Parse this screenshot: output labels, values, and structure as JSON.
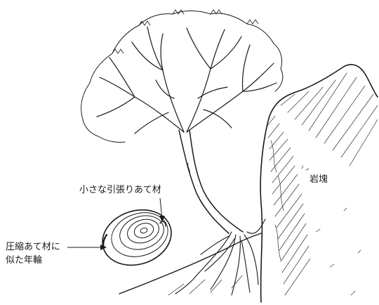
{
  "labels": {
    "tension_wood": "小さな引張りあて材",
    "compression_line1": "圧縮あて材に",
    "compression_line2": "似た年輪",
    "rock": "岩塊"
  },
  "colors": {
    "ink": "#1a1a1a",
    "background": "#ffffff"
  }
}
